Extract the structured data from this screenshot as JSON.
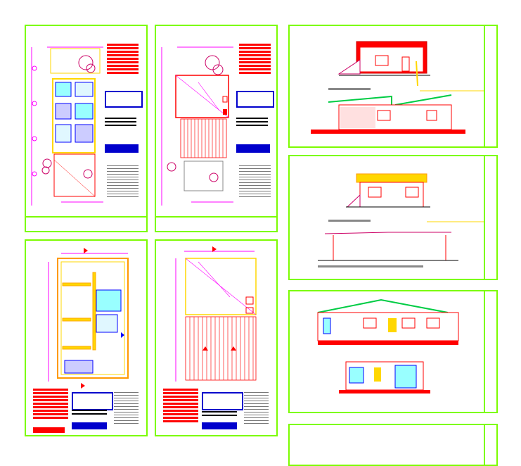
{
  "drawing": {
    "sheets": [
      {
        "id": "floor-plan-a"
      },
      {
        "id": "roof-plan-a"
      },
      {
        "id": "floor-plan-b"
      },
      {
        "id": "roof-plan-b"
      },
      {
        "id": "elevations-a"
      },
      {
        "id": "elevations-b"
      },
      {
        "id": "sections"
      },
      {
        "id": "partial-sheet"
      }
    ],
    "colors": {
      "sheet_border": "#7cfc00",
      "annotation_red": "#ff0000",
      "legend_blue": "#0000cc",
      "dimension_magenta": "#ff00ff",
      "wall_yellow": "#ffd700",
      "roof_green": "#00cc44"
    }
  }
}
